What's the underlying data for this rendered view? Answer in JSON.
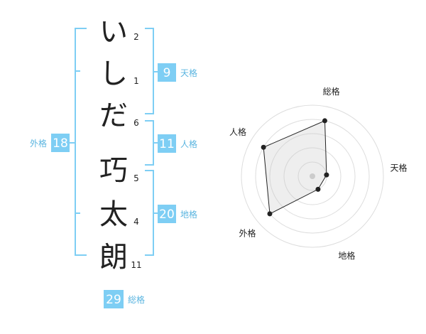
{
  "name": {
    "chars": [
      {
        "char": "い",
        "strokes": "2"
      },
      {
        "char": "し",
        "strokes": "1"
      },
      {
        "char": "だ",
        "strokes": "6"
      },
      {
        "char": "巧",
        "strokes": "5"
      },
      {
        "char": "太",
        "strokes": "4"
      },
      {
        "char": "朗",
        "strokes": "11"
      }
    ]
  },
  "kakusu": {
    "tenkaku": {
      "value": "9",
      "label": "天格"
    },
    "jinkaku": {
      "value": "11",
      "label": "人格"
    },
    "chikaku": {
      "value": "20",
      "label": "地格"
    },
    "gaikaku": {
      "value": "18",
      "label": "外格"
    },
    "soukaku": {
      "value": "29",
      "label": "総格"
    }
  },
  "colors": {
    "accent": "#7ecef4",
    "accent_text": "#5bb5e0",
    "text": "#222222",
    "grid": "#dddddd"
  },
  "chart_data": {
    "type": "radar",
    "axes": [
      "総格",
      "天格",
      "地格",
      "外格",
      "人格"
    ],
    "values": [
      4,
      1,
      1,
      4,
      4
    ],
    "max": 5
  }
}
